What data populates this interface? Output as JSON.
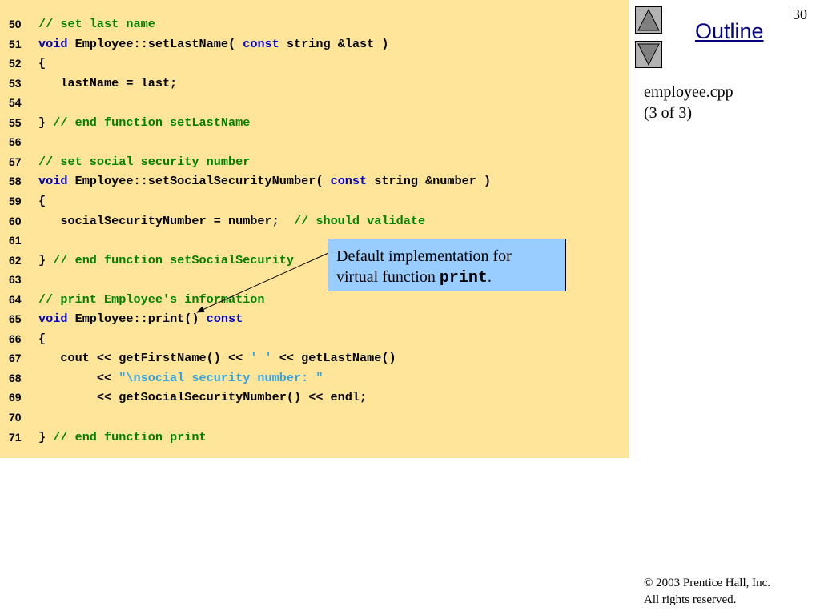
{
  "slide": {
    "number": "30",
    "outline_label": "Outline",
    "file_label_line1": "employee.cpp",
    "file_label_line2": "(3 of 3)",
    "copyright_symbol": "©",
    "copyright_line1": "2003 Prentice Hall, Inc.",
    "copyright_line2": "All rights reserved."
  },
  "navigation": {
    "up_icon": "triangle-up-icon",
    "down_icon": "triangle-down-icon"
  },
  "callout": {
    "text_line1": "Default implementation for",
    "text_line2_prefix": "virtual function ",
    "text_line2_code": "print",
    "text_line2_suffix": "."
  },
  "colors": {
    "code_background": "#ffe599",
    "comment": "#008000",
    "keyword": "#0000cc",
    "string": "#33a3e6",
    "callout_background": "#99ccff",
    "outline_link": "#000080"
  },
  "code_lines": [
    {
      "number": "50",
      "tokens": [
        {
          "t": "comment",
          "text": "// set last name"
        }
      ]
    },
    {
      "number": "51",
      "tokens": [
        {
          "t": "keyword",
          "text": "void"
        },
        {
          "t": "plain",
          "text": " Employee::setLastName( "
        },
        {
          "t": "keyword",
          "text": "const"
        },
        {
          "t": "plain",
          "text": " string &last )"
        }
      ]
    },
    {
      "number": "52",
      "tokens": [
        {
          "t": "plain",
          "text": "{"
        }
      ]
    },
    {
      "number": "53",
      "tokens": [
        {
          "t": "plain",
          "text": "   lastName = last;"
        }
      ]
    },
    {
      "number": "54",
      "tokens": []
    },
    {
      "number": "55",
      "tokens": [
        {
          "t": "plain",
          "text": "} "
        },
        {
          "t": "comment",
          "text": "// end function setLastName"
        }
      ]
    },
    {
      "number": "56",
      "tokens": []
    },
    {
      "number": "57",
      "tokens": [
        {
          "t": "comment",
          "text": "// set social security number"
        }
      ]
    },
    {
      "number": "58",
      "tokens": [
        {
          "t": "keyword",
          "text": "void"
        },
        {
          "t": "plain",
          "text": " Employee::setSocialSecurityNumber( "
        },
        {
          "t": "keyword",
          "text": "const"
        },
        {
          "t": "plain",
          "text": " string &number )"
        }
      ]
    },
    {
      "number": "59",
      "tokens": [
        {
          "t": "plain",
          "text": "{"
        }
      ]
    },
    {
      "number": "60",
      "tokens": [
        {
          "t": "plain",
          "text": "   socialSecurityNumber = number;  "
        },
        {
          "t": "comment",
          "text": "// should validate"
        }
      ]
    },
    {
      "number": "61",
      "tokens": []
    },
    {
      "number": "62",
      "tokens": [
        {
          "t": "plain",
          "text": "} "
        },
        {
          "t": "comment",
          "text": "// end function setSocialSecurity"
        }
      ]
    },
    {
      "number": "63",
      "tokens": []
    },
    {
      "number": "64",
      "tokens": [
        {
          "t": "comment",
          "text": "// print Employee's information"
        }
      ]
    },
    {
      "number": "65",
      "tokens": [
        {
          "t": "keyword",
          "text": "void"
        },
        {
          "t": "plain",
          "text": " Employee::print() "
        },
        {
          "t": "keyword",
          "text": "const"
        }
      ]
    },
    {
      "number": "66",
      "tokens": [
        {
          "t": "plain",
          "text": "{"
        }
      ]
    },
    {
      "number": "67",
      "tokens": [
        {
          "t": "plain",
          "text": "   cout << getFirstName() << "
        },
        {
          "t": "string",
          "text": "' '"
        },
        {
          "t": "plain",
          "text": " << getLastName()"
        }
      ]
    },
    {
      "number": "68",
      "tokens": [
        {
          "t": "plain",
          "text": "        << "
        },
        {
          "t": "string",
          "text": "\"\\nsocial security number: \""
        }
      ]
    },
    {
      "number": "69",
      "tokens": [
        {
          "t": "plain",
          "text": "        << getSocialSecurityNumber() << endl;"
        }
      ]
    },
    {
      "number": "70",
      "tokens": []
    },
    {
      "number": "71",
      "tokens": [
        {
          "t": "plain",
          "text": "} "
        },
        {
          "t": "comment",
          "text": "// end function print"
        }
      ]
    }
  ]
}
